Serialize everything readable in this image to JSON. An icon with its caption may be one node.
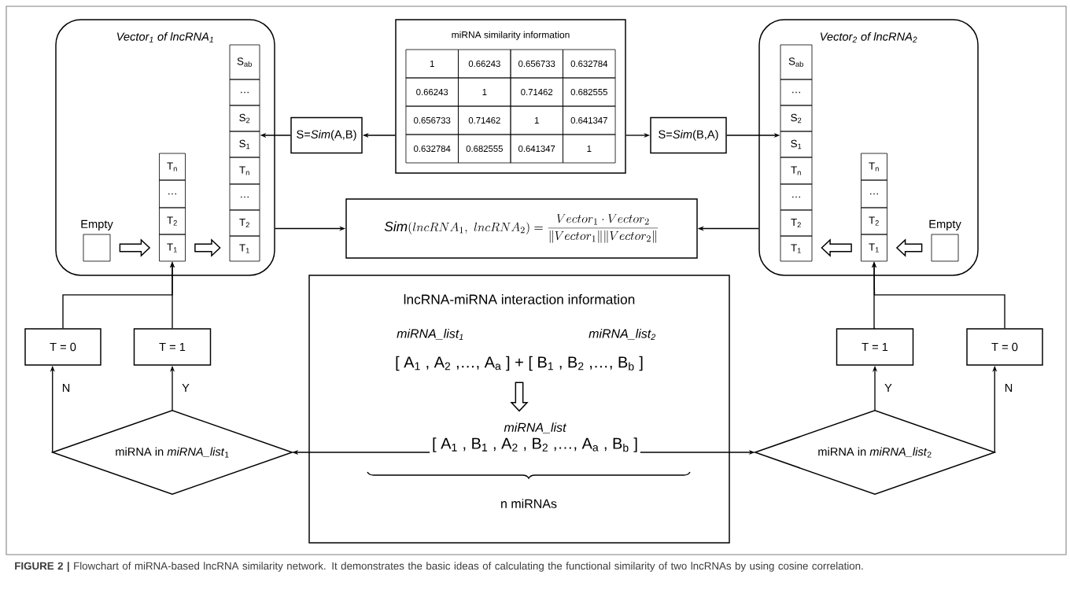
{
  "diagram": {
    "caption": "**FIGURE 2 |** Flowchart of miRNA-based lncRNA similarity network. It demonstrates the basic ideas of calculating the functional similarity of two lncRNAs by using cosine correlation.",
    "nodes": [
      {
        "text": [
          "Vector$_{1}$ of lncRNA$_{1}$"
        ]
      },
      {
        "text": [
          "Empty"
        ],
        "in": 0
      },
      {
        "text": [
          "T$_{n}$"
        ],
        "in": 0
      },
      {
        "text": [
          "…"
        ],
        "in": 0
      },
      {
        "text": [
          "T$_{2}$"
        ],
        "in": 0
      },
      {
        "text": [
          "T$_{1}$"
        ],
        "in": 0
      },
      {
        "text": [
          "S$_{ab}$"
        ],
        "in": 0
      },
      {
        "text": [
          "…"
        ],
        "in": 0
      },
      {
        "text": [
          "S$_{2}$"
        ],
        "in": 0
      },
      {
        "text": [
          "S$_{1}$"
        ],
        "in": 0
      },
      {
        "text": [
          "T$_{n}$"
        ],
        "in": 0
      },
      {
        "text": [
          "…"
        ],
        "in": 0
      },
      {
        "text": [
          "T$_{2}$"
        ],
        "in": 0
      },
      {
        "text": [
          "T$_{1}$"
        ],
        "in": 0
      },
      {
        "text": [
          "miRNA similarity information"
        ]
      },
      {
        "text": [
          "S=*Sim*(A,B)"
        ]
      },
      {
        "text": [
          "S=*Sim*(B,A)"
        ]
      },
      {
        "text": [
          "Vector$_{2}$ of lncRNA$_{2}$"
        ]
      },
      {
        "text": [
          "S$_{ab}$"
        ],
        "in": 17
      },
      {
        "text": [
          "…"
        ],
        "in": 17
      },
      {
        "text": [
          "S$_{2}$"
        ],
        "in": 17
      },
      {
        "text": [
          "S$_{1}$"
        ],
        "in": 17
      },
      {
        "text": [
          "T$_{n}$"
        ],
        "in": 17
      },
      {
        "text": [
          "…"
        ],
        "in": 17
      },
      {
        "text": [
          "T$_{2}$"
        ],
        "in": 17
      },
      {
        "text": [
          "T$_{1}$"
        ],
        "in": 17
      },
      {
        "text": [
          "T$_{n}$"
        ],
        "in": 17
      },
      {
        "text": [
          "…"
        ],
        "in": 17
      },
      {
        "text": [
          "T$_{2}$"
        ],
        "in": 17
      },
      {
        "text": [
          "T$_{1}$"
        ],
        "in": 17
      },
      {
        "text": [
          "Empty"
        ],
        "in": 17
      },
      {
        "text": [
          "\\mathit{Sim}(lncRNA_{1},\\ lncRNA_{2}) = \\frac{Vector_{1}\\cdot Vector_{2}}{\\Vert Vector_{1}\\Vert \\Vert Vector_{2}\\Vert}"
        ]
      },
      {
        "text": [
          "T = 0"
        ]
      },
      {
        "text": [
          "T = 1"
        ]
      },
      {
        "text": [
          "T = 1"
        ]
      },
      {
        "text": [
          "T = 0"
        ]
      },
      {
        "text": [
          "lncRNA-miRNA interaction information"
        ]
      },
      {
        "text": [
          "[ A$_{1}$ , A$_{2}$ ,…, A$_{a}$ ] + [ B$_{1}$ , B$_{2}$ ,…, B$_{b}$ ]"
        ],
        "in": 36
      },
      {
        "text": [
          "miRNA_list",
          "[ A$_{1}$ , B$_{1}$ , A$_{2}$ , B$_{2}$ ,…, A$_{a}$ , B$_{b}$ ]"
        ],
        "in": 36
      },
      {
        "text": [
          "miRNA in *miRNA_list*$_{1}$"
        ]
      },
      {
        "text": [
          "miRNA in *miRNA_list*$_{2}$"
        ]
      }
    ],
    "edges": [
      {
        "from": 1,
        "to": 5,
        "arrow": "to",
        "style": "thick"
      },
      {
        "from": 5,
        "to": 13,
        "arrow": "to",
        "style": "thick"
      },
      {
        "from": 14,
        "to": 15,
        "arrow": "to"
      },
      {
        "from": 15,
        "to": 9,
        "arrow": "to"
      },
      {
        "from": 14,
        "to": 16,
        "arrow": "to"
      },
      {
        "from": 16,
        "to": 21,
        "arrow": "to"
      },
      {
        "from": 0,
        "to": 31,
        "arrow": "to"
      },
      {
        "from": 17,
        "to": 31,
        "arrow": "to"
      },
      {
        "from": 30,
        "to": 29,
        "arrow": "to",
        "style": "thick"
      },
      {
        "from": 29,
        "to": 25,
        "arrow": "to",
        "style": "thick"
      },
      {
        "from": 33,
        "to": 5,
        "arrow": "to"
      },
      {
        "from": 32,
        "to": 5,
        "arrow": "to"
      },
      {
        "from": 39,
        "to": 33,
        "arrow": "to",
        "label": "Y"
      },
      {
        "from": 39,
        "to": 32,
        "arrow": "to",
        "label": "N"
      },
      {
        "from": 34,
        "to": 29,
        "arrow": "to"
      },
      {
        "from": 35,
        "to": 29,
        "arrow": "to"
      },
      {
        "from": 40,
        "to": 34,
        "arrow": "to",
        "label": "Y"
      },
      {
        "from": 40,
        "to": 35,
        "arrow": "to",
        "label": "N"
      },
      {
        "from": 37,
        "to": 38,
        "arrow": "to",
        "style": "thick"
      },
      {
        "from": 38,
        "to": 39,
        "arrow": "to"
      },
      {
        "from": 38,
        "to": 40,
        "arrow": "to"
      }
    ],
    "labels": [
      "1",
      "0.66243",
      "0.656733",
      "0.632784",
      "0.66243",
      "1",
      "0.71462",
      "0.682555",
      "0.656733",
      "0.71462",
      "1",
      "0.641347",
      "0.632784",
      "0.682555",
      "0.641347",
      "1",
      "miRNA_list$_{1}$",
      "miRNA_list$_{2}$",
      "n miRNAs"
    ]
  }
}
